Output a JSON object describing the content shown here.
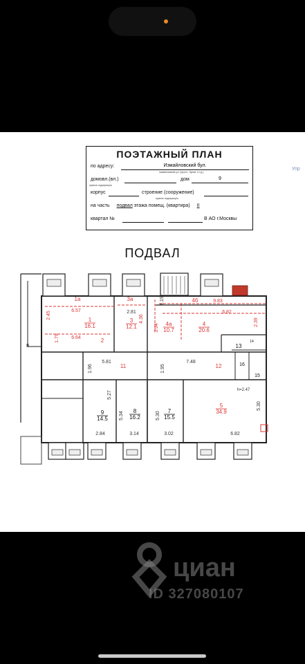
{
  "status_bar": {
    "camera_dot_color": "#e58a2a"
  },
  "document": {
    "title": "ПОЭТАЖНЫЙ ПЛАН",
    "form": {
      "address_label": "по адресу:",
      "address_value": "Измайловский бул.",
      "address_hint": "наименование ул. (просп., бульв. и т.д.)",
      "domovl_label": "домовл.(вл.)",
      "dom_label": "дом",
      "dom_value": "9",
      "domovl_hint": "нужное подчеркнуть",
      "korpus_label": "корпус",
      "stroenie_label": "строение (сооружение)",
      "stroenie_hint": "нужное подчеркнуть",
      "part_label": "на часть",
      "part_value": "подвал",
      "part_suffix": "этажа помещ. (квартира)",
      "part_number": "II",
      "kvartal_label": "квартал №",
      "kvartal_suffix": "В АО г.Москвы"
    },
    "floor_title": "ПОДВАЛ",
    "side_text": "Упр",
    "rooms": [
      {
        "id": "1а",
        "area": "",
        "dims": [
          "6.57"
        ]
      },
      {
        "id": "1",
        "area": "16.1",
        "dims": [
          "2.45",
          "6.64"
        ]
      },
      {
        "id": "2",
        "area": "",
        "dims": [
          "1.79"
        ]
      },
      {
        "id": "3а",
        "area": "",
        "dims": [
          "2.81"
        ]
      },
      {
        "id": "3",
        "area": "12.1",
        "dims": [
          "4.36"
        ]
      },
      {
        "id": "4б",
        "area": "",
        "dims": [
          "9.83",
          "1.19"
        ]
      },
      {
        "id": "4а",
        "area": "10.7",
        "dims": [
          "3.94"
        ]
      },
      {
        "id": "4",
        "area": "20.6",
        "dims": [
          "6.82",
          "2.39"
        ]
      },
      {
        "id": "13",
        "area": "",
        "dims": []
      },
      {
        "id": "14",
        "area": "",
        "dims": []
      },
      {
        "id": "11",
        "area": "",
        "dims": [
          "5.81",
          "1.96"
        ]
      },
      {
        "id": "12",
        "area": "",
        "dims": [
          "7.48",
          "1.95"
        ]
      },
      {
        "id": "16",
        "area": "",
        "dims": []
      },
      {
        "id": "15",
        "area": "",
        "dims": []
      },
      {
        "id": "9",
        "area": "14.5",
        "dims": [
          "5.27",
          "2.84"
        ]
      },
      {
        "id": "8",
        "area": "16.2",
        "dims": [
          "5.34",
          "3.14"
        ]
      },
      {
        "id": "7",
        "area": "15.5",
        "dims": [
          "5.30",
          "3.02"
        ]
      },
      {
        "id": "5",
        "area": "34.9",
        "dims": [
          "5.30",
          "6.82"
        ]
      }
    ],
    "annotation": "h=2.47",
    "label_II": "II"
  },
  "watermark": {
    "brand": "циан",
    "id_text": "ID 327080107"
  }
}
